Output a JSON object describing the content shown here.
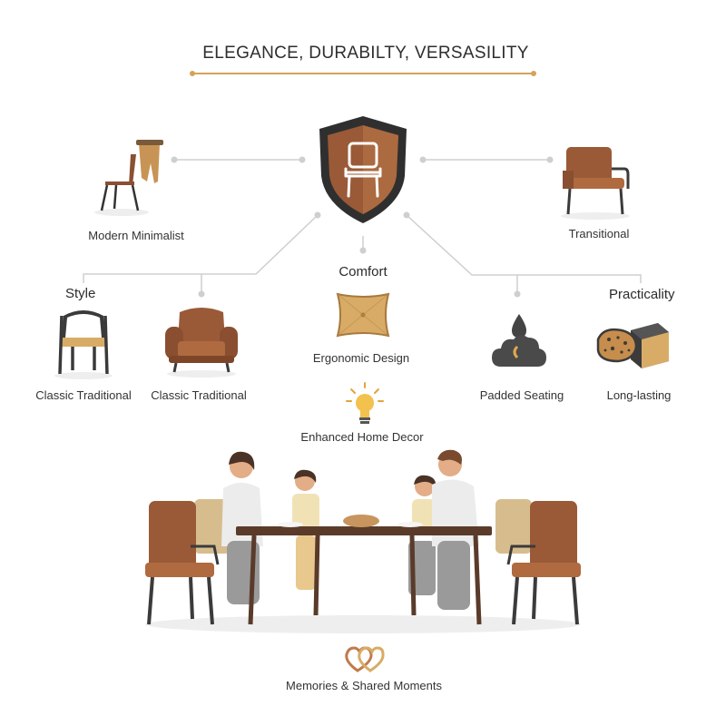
{
  "title": "ELEGANCE, DURABILTY, VERSASILITY",
  "categories": {
    "style": "Style",
    "comfort": "Comfort",
    "practicality": "Practicality"
  },
  "labels": {
    "modern_minimalist": "Modern Minimalist",
    "transitional": "Transitional",
    "classic_traditional_1": "Classic Traditional",
    "classic_traditional_2": "Classic Traditional",
    "ergonomic_design": "Ergonomic Design",
    "enhanced_home_decor": "Enhanced Home Decor",
    "padded_seating": "Padded Seating",
    "long_lasting": "Long-lasting",
    "memories": "Memories & Shared Moments"
  },
  "colors": {
    "accent": "#d4a25a",
    "brown": "#8a5032",
    "dark": "#3b3b3b",
    "line": "#c9c9c9",
    "tan": "#d8ac66"
  },
  "icons": [
    "shield-chair-icon",
    "bar-chair-icon",
    "armchair-icon",
    "classic-chair-icon",
    "club-armchair-icon",
    "cushion-icon",
    "lightbulb-icon",
    "drop-cloud-icon",
    "sponge-icon",
    "hearts-icon"
  ]
}
